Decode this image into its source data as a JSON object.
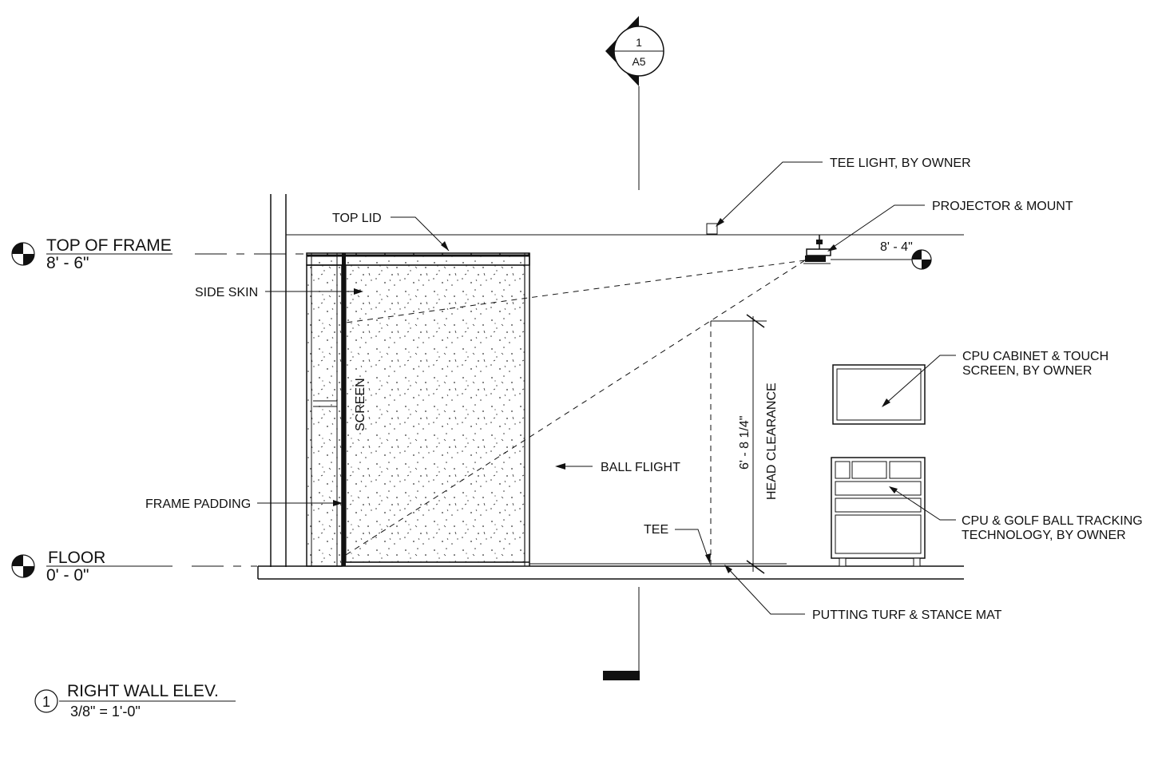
{
  "section_marker": {
    "number": "1",
    "sheet": "A5"
  },
  "levels": {
    "top_of_frame": {
      "name": "TOP OF FRAME",
      "elevation": "8' - 6\""
    },
    "floor": {
      "name": "FLOOR",
      "elevation": "0' - 0\""
    },
    "projector_level": {
      "elevation": "8' - 4\""
    }
  },
  "labels": {
    "top_lid": "TOP LID",
    "side_skin": "SIDE SKIN",
    "frame_padding": "FRAME PADDING",
    "screen": "SCREEN",
    "ball_flight": "BALL FLIGHT",
    "tee": "TEE",
    "putting_turf": "PUTTING TURF & STANCE  MAT",
    "tee_light": "TEE LIGHT, BY OWNER",
    "projector": "PROJECTOR & MOUNT",
    "cpu_cabinet_1": "CPU CABINET & TOUCH",
    "cpu_cabinet_2": "SCREEN, BY OWNER",
    "cpu_tracking_1": "CPU & GOLF BALL TRACKING",
    "cpu_tracking_2": "TECHNOLOGY, BY OWNER",
    "head_clearance": "HEAD CLEARANCE",
    "head_clearance_dim": "6' - 8 1/4\""
  },
  "view_title": {
    "number": "1",
    "title": "RIGHT WALL ELEV.",
    "scale": "3/8\" = 1'-0\""
  }
}
